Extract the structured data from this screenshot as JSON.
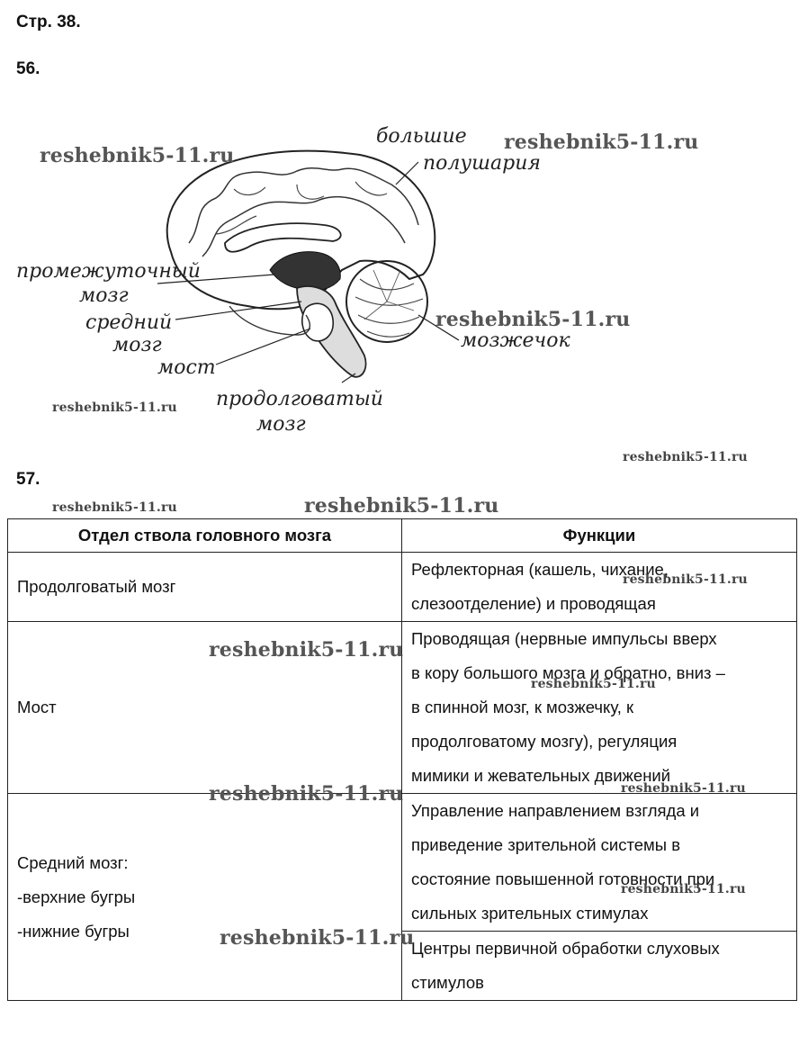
{
  "page_title": "Стр. 38.",
  "tasks": {
    "t56": "56.",
    "t57": "57."
  },
  "watermark": "reshebnik5-11.ru",
  "diagram_labels": {
    "hemispheres": [
      "большие",
      "полушария"
    ],
    "diencephalon": [
      "промежуточный",
      "мозг"
    ],
    "midbrain": [
      "средний",
      "мозг"
    ],
    "pons": "мост",
    "medulla": [
      "продолговатый",
      "мозг"
    ],
    "cerebellum": "мозжечок"
  },
  "table": {
    "headers": [
      "Отдел ствола головного мозга",
      "Функции"
    ],
    "rows": [
      {
        "section": [
          "Продолговатый мозг"
        ],
        "functions": [
          [
            "Рефлекторная (кашель, чихание,",
            "слезоотделение) и проводящая"
          ]
        ]
      },
      {
        "section": [
          "Мост"
        ],
        "functions": [
          [
            "Проводящая (нервные импульсы вверх",
            "в кору большого мозга и обратно, вниз –",
            "в спинной мозг, к мозжечку, к",
            "продолговатому мозгу), регуляция",
            "мимики и жевательных движений"
          ]
        ]
      },
      {
        "section": [
          "Средний мозг:",
          "-верхние бугры",
          "-нижние бугры"
        ],
        "functions": [
          [
            "Управление направлением взгляда и",
            "приведение зрительной системы в",
            "состояние повышенной готовности при",
            "сильных зрительных стимулах"
          ],
          [
            "Центры первичной обработки слуховых",
            "стимулов"
          ]
        ]
      }
    ]
  }
}
